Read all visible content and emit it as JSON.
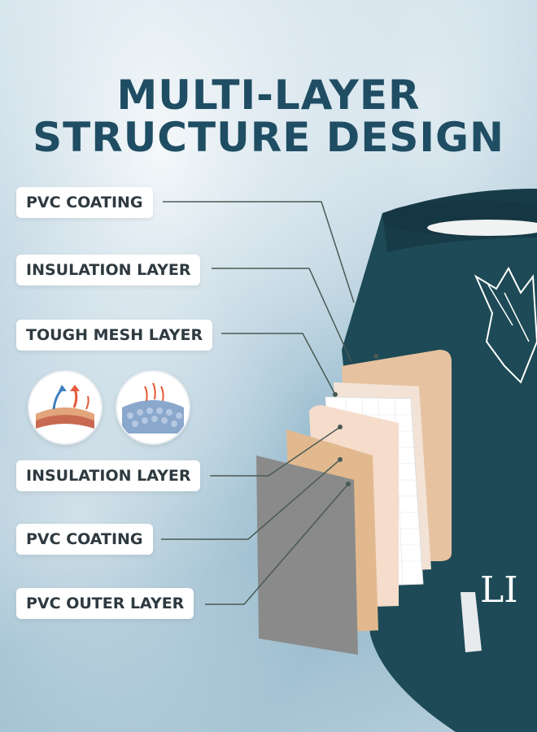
{
  "title": {
    "line1": "MULTI-LAYER",
    "line2": "STRUCTURE DESIGN"
  },
  "labels": [
    "PVC COATING",
    "INSULATION LAYER",
    "TOUGH MESH LAYER",
    "INSULATION LAYER",
    "PVC COATING",
    "PVC OUTER LAYER"
  ],
  "tub_text": "LI",
  "colors": {
    "title": "#1f4d63",
    "tub": "#1d4a56",
    "beige": "#e8c9a8",
    "grey": "#8c8c8c",
    "connector": "#4a5a55"
  },
  "icons": [
    "heat-insulation-icon",
    "mesh-fabric-icon"
  ]
}
